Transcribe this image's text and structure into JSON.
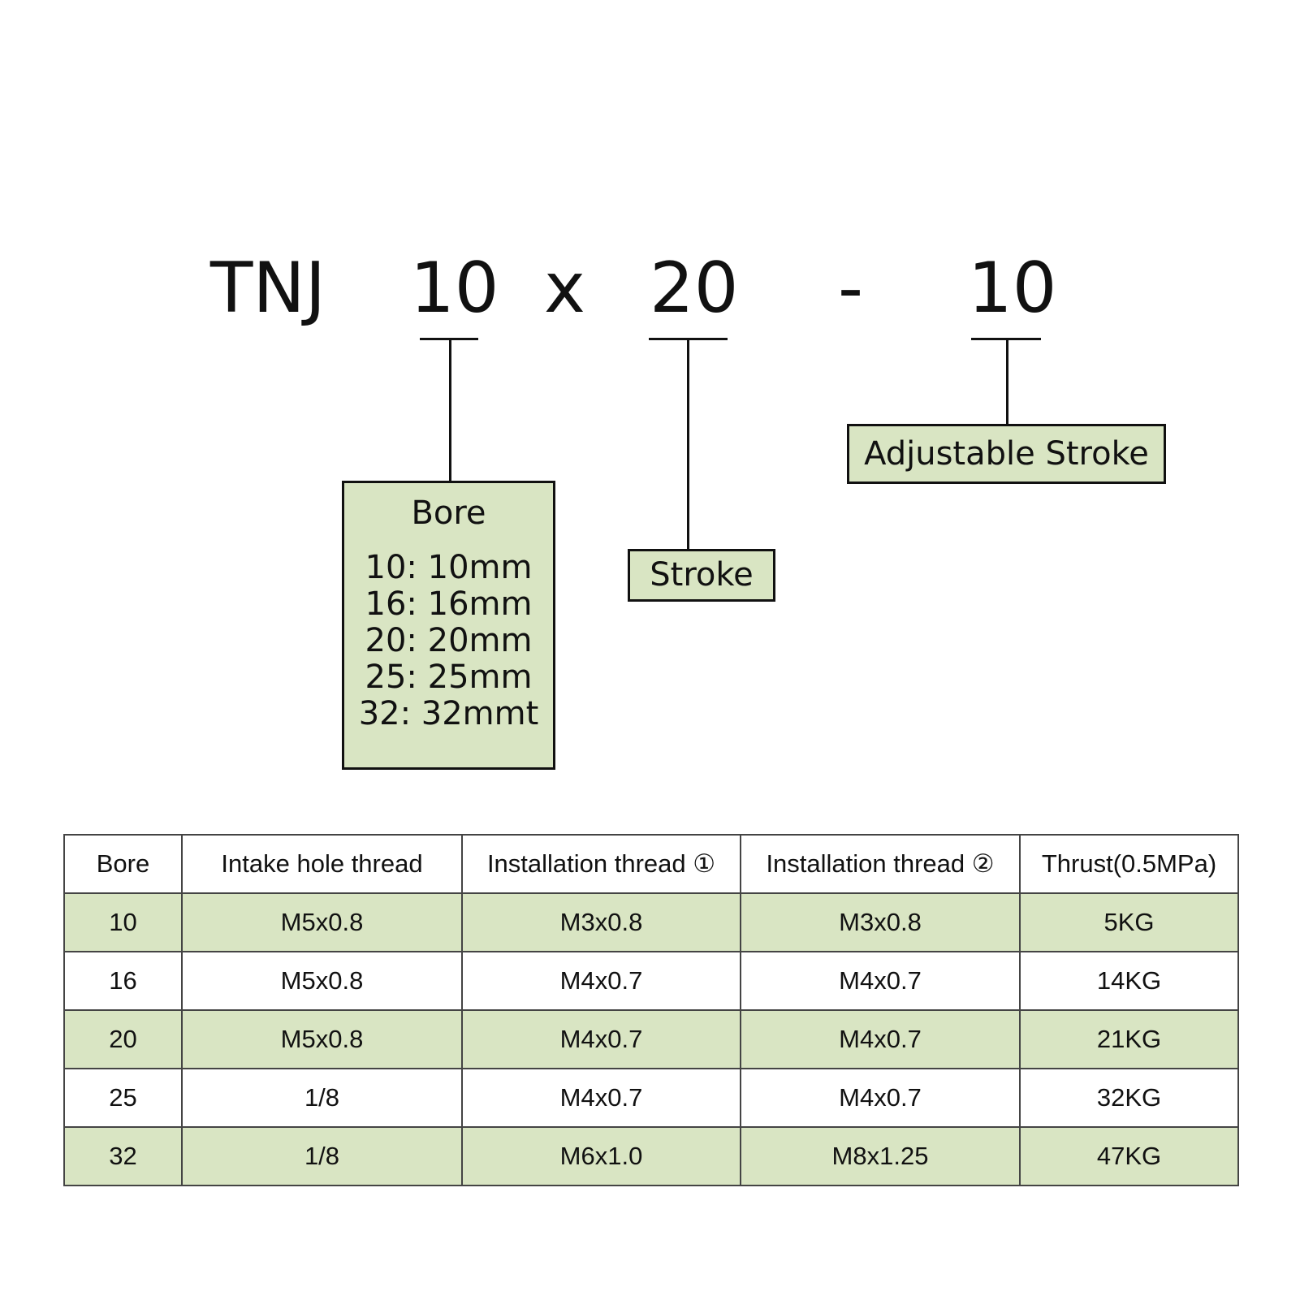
{
  "model_code": {
    "prefix": "TNJ",
    "bore": "10",
    "separator_x": "x",
    "stroke": "20",
    "separator_dash": "-",
    "adjustable": "10"
  },
  "bore_box": {
    "title": "Bore",
    "lines": [
      "10: 10mm",
      "16: 16mm",
      "20: 20mm",
      "25: 25mm",
      "32: 32mmt"
    ]
  },
  "stroke_box": {
    "title": "Stroke"
  },
  "adjustable_box": {
    "title": "Adjustable Stroke"
  },
  "table": {
    "headers": [
      "Bore",
      "Intake hole thread",
      "Installation thread ①",
      "Installation thread ②",
      "Thrust(0.5MPa)"
    ],
    "rows": [
      [
        "10",
        "M5x0.8",
        "M3x0.8",
        "M3x0.8",
        "5KG"
      ],
      [
        "16",
        "M5x0.8",
        "M4x0.7",
        "M4x0.7",
        "14KG"
      ],
      [
        "20",
        "M5x0.8",
        "M4x0.7",
        "M4x0.7",
        "21KG"
      ],
      [
        "25",
        "1/8",
        "M4x0.7",
        "M4x0.7",
        "32KG"
      ],
      [
        "32",
        "1/8",
        "M6x1.0",
        "M8x1.25",
        "47KG"
      ]
    ]
  },
  "colors": {
    "box_fill": "#d9e5c3",
    "row_highlight": "#d9e5c3",
    "line": "#111111"
  }
}
